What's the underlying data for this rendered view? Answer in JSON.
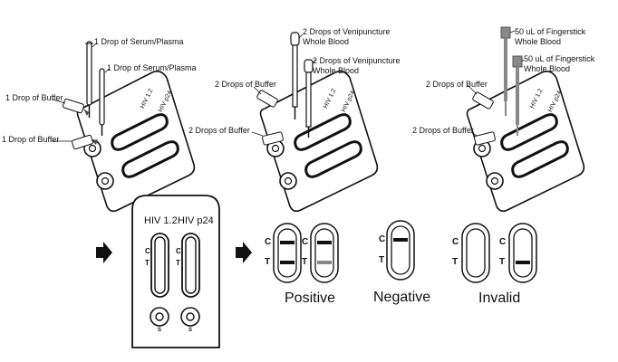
{
  "panel1": {
    "dropper_top": "1 Drop of Serum/Plasma",
    "dropper_bottom": "1 Drop of Serum/Plasma",
    "buffer_top": "1 Drop of Buffer",
    "buffer_bottom": "1 Drop of Buffer"
  },
  "panel2": {
    "dropper_top_1": "2 Drops of Venipuncture",
    "dropper_top_2": "Whole Blood",
    "dropper_bottom_1": "2 Drops of Venipuncture",
    "dropper_bottom_2": "Whole Blood",
    "buffer_top": "2 Drops of Buffer",
    "buffer_bottom": "2 Drops of Buffer"
  },
  "panel3": {
    "dropper_top_1": "50 uL of Fingerstick",
    "dropper_top_2": "Whole Blood",
    "dropper_bottom_1": "50 uL of Fingerstick",
    "dropper_bottom_2": "Whole Blood",
    "buffer_top": "2 Drops of Buffer",
    "buffer_bottom": "2 Drops of Buffer"
  },
  "device_tilt_labels": {
    "left": "HIV 1.2",
    "right": "HIV p24"
  },
  "device": {
    "label_left": "HIV 1.2",
    "label_right": "HIV p24",
    "c": "C",
    "t": "T",
    "well": "S"
  },
  "results": {
    "c": "C",
    "t": "T",
    "positive": "Positive",
    "negative": "Negative",
    "invalid": "Invalid"
  }
}
